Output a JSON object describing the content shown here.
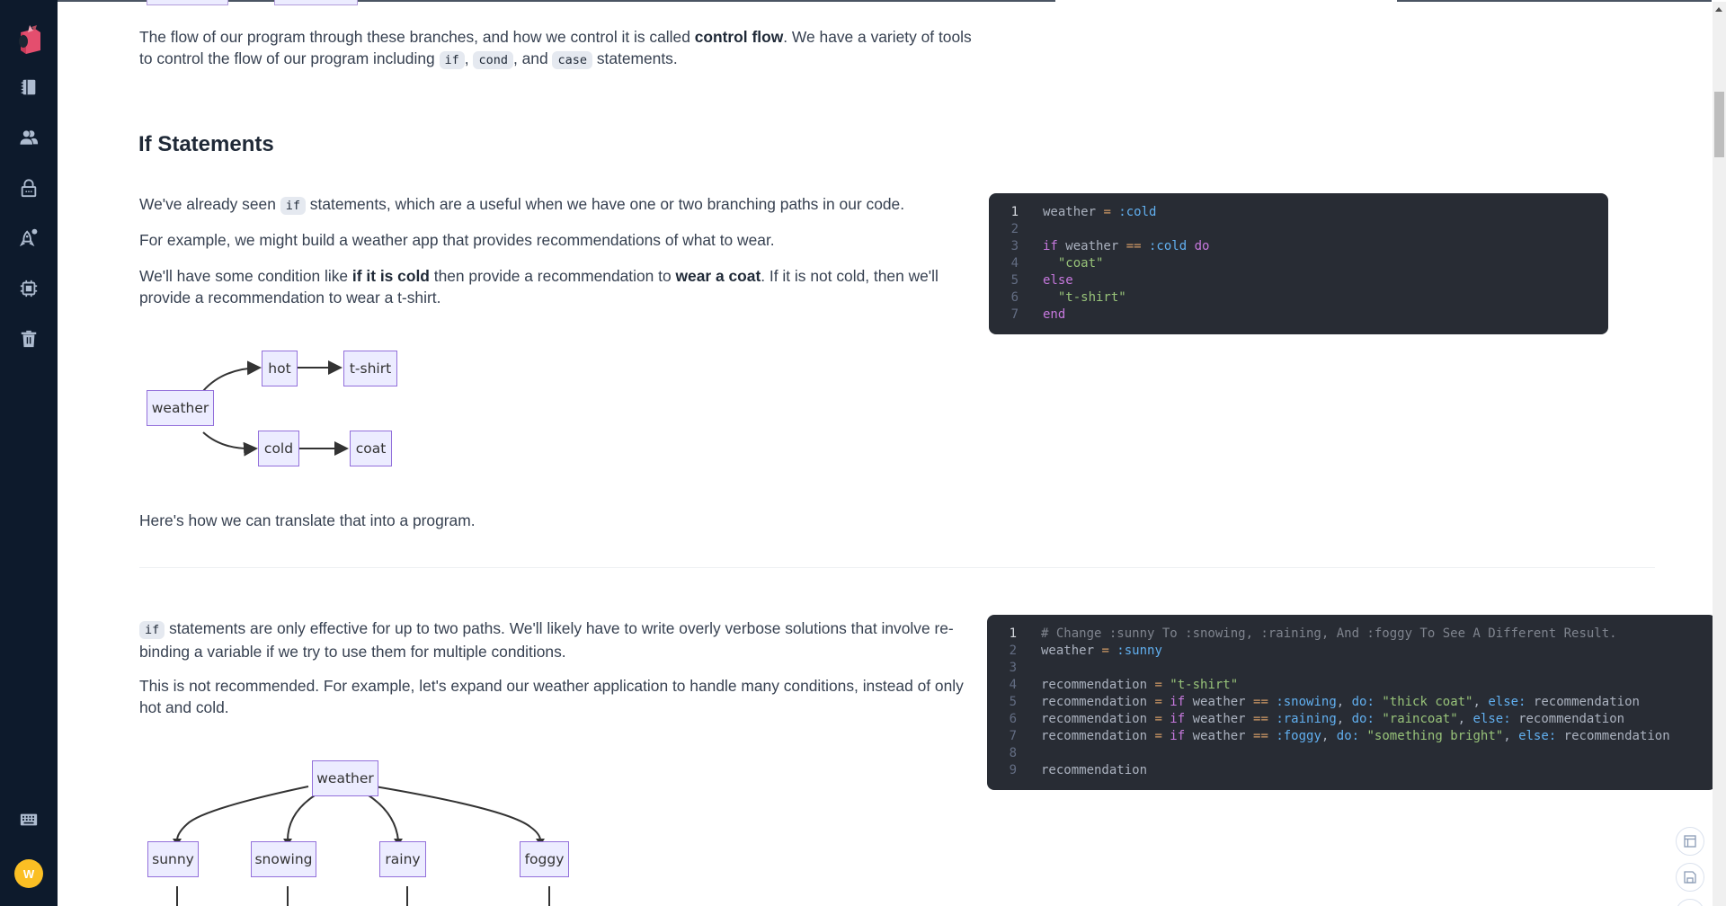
{
  "sidebar": {
    "logo": "livebook-logo",
    "items": [
      {
        "name": "notebooks",
        "icon": "notebook-icon"
      },
      {
        "name": "users",
        "icon": "users-icon"
      },
      {
        "name": "secrets",
        "icon": "lock-icon"
      },
      {
        "name": "hub",
        "icon": "rocket-notification-icon"
      },
      {
        "name": "runtime",
        "icon": "cpu-chip-icon"
      },
      {
        "name": "trash",
        "icon": "trash-icon"
      }
    ],
    "bottom_items": [
      {
        "name": "keyboard-shortcuts",
        "icon": "keyboard-icon"
      }
    ],
    "avatar_initial": "W",
    "avatar_color": "#fbbf24"
  },
  "content": {
    "intro": {
      "text_1": "The flow of our program through these branches, and how we control it is called ",
      "bold_1": "control flow",
      "text_2": ". We have a variety of tools to control the flow of our program including ",
      "code_1": "if",
      "text_3": ", ",
      "code_2": "cond",
      "text_4": ", and ",
      "code_3": "case",
      "text_5": " statements."
    },
    "section_heading": "If Statements",
    "p1": {
      "text_1": "We've already seen ",
      "code": "if",
      "text_2": " statements, which are a useful when we have one or two branching paths in our code."
    },
    "p2": "For example, we might build a weather app that provides recommendations of what to wear.",
    "p3": {
      "text_1": "We'll have some condition like ",
      "bold_1": "if it is cold",
      "text_2": " then provide a recommendation to ",
      "bold_2": "wear a coat",
      "text_3": ". If it is not cold, then we'll provide a recommendation to wear a t-shirt."
    },
    "diagram1": {
      "nodes": [
        "weather",
        "hot",
        "t-shirt",
        "cold",
        "coat"
      ],
      "edges": [
        [
          "weather",
          "hot"
        ],
        [
          "hot",
          "t-shirt"
        ],
        [
          "weather",
          "cold"
        ],
        [
          "cold",
          "coat"
        ]
      ]
    },
    "p4": "Here's how we can translate that into a program.",
    "p5": {
      "code": "if",
      "text": " statements are only effective for up to two paths. We'll likely have to write overly verbose solutions that involve re-binding a variable if we try to use them for multiple conditions."
    },
    "p6": "This is not recommended. For example, let's expand our weather application to handle many conditions, instead of only hot and cold.",
    "diagram2": {
      "nodes": [
        "weather",
        "sunny",
        "snowing",
        "rainy",
        "foggy"
      ],
      "edges": [
        [
          "weather",
          "sunny"
        ],
        [
          "weather",
          "snowing"
        ],
        [
          "weather",
          "rainy"
        ],
        [
          "weather",
          "foggy"
        ]
      ]
    }
  },
  "code_block_1": {
    "lines": [
      {
        "n": "1",
        "active": true
      },
      {
        "n": "2"
      },
      {
        "n": "3"
      },
      {
        "n": "4"
      },
      {
        "n": "5"
      },
      {
        "n": "6"
      },
      {
        "n": "7"
      }
    ],
    "source": [
      "weather = :cold",
      "",
      "if weather == :cold do",
      "  \"coat\"",
      "else",
      "  \"t-shirt\"",
      "end"
    ]
  },
  "code_block_2": {
    "source": [
      "# Change :sunny To :snowing, :raining, And :foggy To See A Different Result.",
      "weather = :sunny",
      "",
      "recommendation = \"t-shirt\"",
      "recommendation = if weather == :snowing, do: \"thick coat\", else: recommendation",
      "recommendation = if weather == :raining, do: \"raincoat\", else: recommendation",
      "recommendation = if weather == :foggy, do: \"something bright\", else: recommendation",
      "",
      "recommendation"
    ]
  },
  "floating_actions": [
    {
      "name": "toggle-layout",
      "icon": "layout-icon"
    },
    {
      "name": "save",
      "icon": "save-icon"
    }
  ],
  "colors": {
    "sidebar_bg": "#0d1a2c",
    "code_bg": "#282c34",
    "node_fill": "#ececff",
    "node_border": "#9370db"
  }
}
